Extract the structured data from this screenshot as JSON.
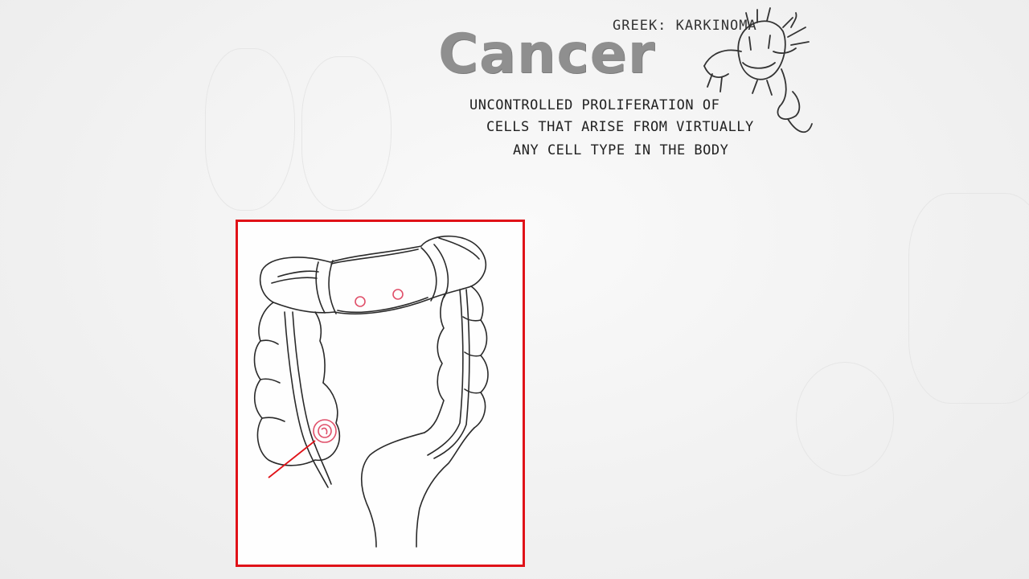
{
  "heading": {
    "title": "Cancer",
    "etymology": "GREEK: KARKINOMA"
  },
  "definition": {
    "line1": "UNCONTROLLED PROLIFERATION OF",
    "line2": "CELLS THAT ARISE FROM VIRTUALLY",
    "line3": "ANY CELL TYPE IN THE BODY"
  },
  "illustration": {
    "subject": "colon",
    "highlight_color": "#e01218",
    "tumor_color": "#e0506a"
  }
}
